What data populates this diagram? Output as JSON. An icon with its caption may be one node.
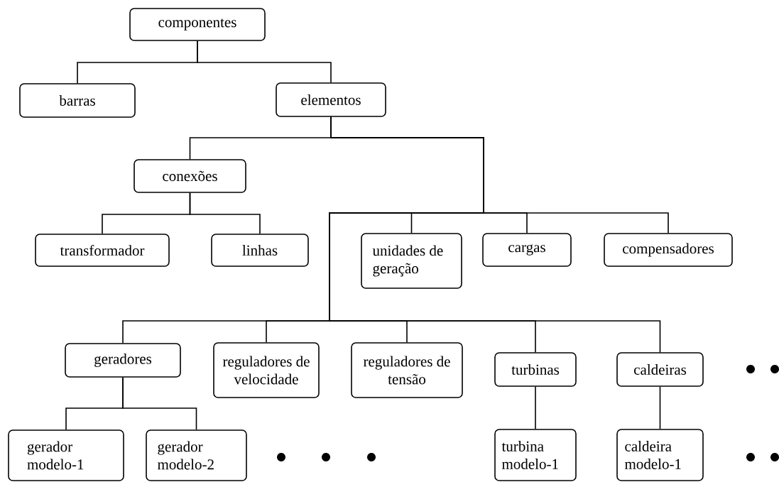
{
  "diagram": {
    "nodes": [
      {
        "text": [
          "componentes"
        ]
      },
      {
        "text": [
          "barras"
        ]
      },
      {
        "text": [
          "elementos"
        ]
      },
      {
        "text": [
          "conexões"
        ]
      },
      {
        "text": [
          "transformador"
        ]
      },
      {
        "text": [
          "linhas"
        ]
      },
      {
        "text": [
          "unidades de geração"
        ]
      },
      {
        "text": [
          "cargas"
        ]
      },
      {
        "text": [
          "compensadores"
        ]
      },
      {
        "text": [
          "geradores"
        ]
      },
      {
        "text": [
          "reguladores de velocidade"
        ]
      },
      {
        "text": [
          "reguladores de tensão"
        ]
      },
      {
        "text": [
          "turbinas"
        ]
      },
      {
        "text": [
          "caldeiras"
        ]
      },
      {
        "text": [
          "gerador modelo-1"
        ]
      },
      {
        "text": [
          "gerador modelo-2"
        ]
      },
      {
        "text": [
          "turbina modelo-1"
        ]
      },
      {
        "text": [
          "caldeira modelo-1"
        ]
      }
    ],
    "edges": [
      {
        "from": 0,
        "to": 1,
        "arrow": "none"
      },
      {
        "from": 0,
        "to": 2,
        "arrow": "none"
      },
      {
        "from": 2,
        "to": 3,
        "arrow": "none"
      },
      {
        "from": 3,
        "to": 4,
        "arrow": "none"
      },
      {
        "from": 3,
        "to": 5,
        "arrow": "none"
      },
      {
        "from": 2,
        "to": 6,
        "arrow": "none"
      },
      {
        "from": 2,
        "to": 7,
        "arrow": "none"
      },
      {
        "from": 2,
        "to": 8,
        "arrow": "none"
      },
      {
        "from": 2,
        "to": 9,
        "arrow": "none"
      },
      {
        "from": 2,
        "to": 10,
        "arrow": "none"
      },
      {
        "from": 2,
        "to": 11,
        "arrow": "none"
      },
      {
        "from": 2,
        "to": 12,
        "arrow": "none"
      },
      {
        "from": 2,
        "to": 13,
        "arrow": "none"
      },
      {
        "from": 9,
        "to": 14,
        "arrow": "none"
      },
      {
        "from": 9,
        "to": 15,
        "arrow": "none"
      },
      {
        "from": 12,
        "to": 16,
        "arrow": "none"
      },
      {
        "from": 13,
        "to": 17,
        "arrow": "none"
      }
    ]
  }
}
